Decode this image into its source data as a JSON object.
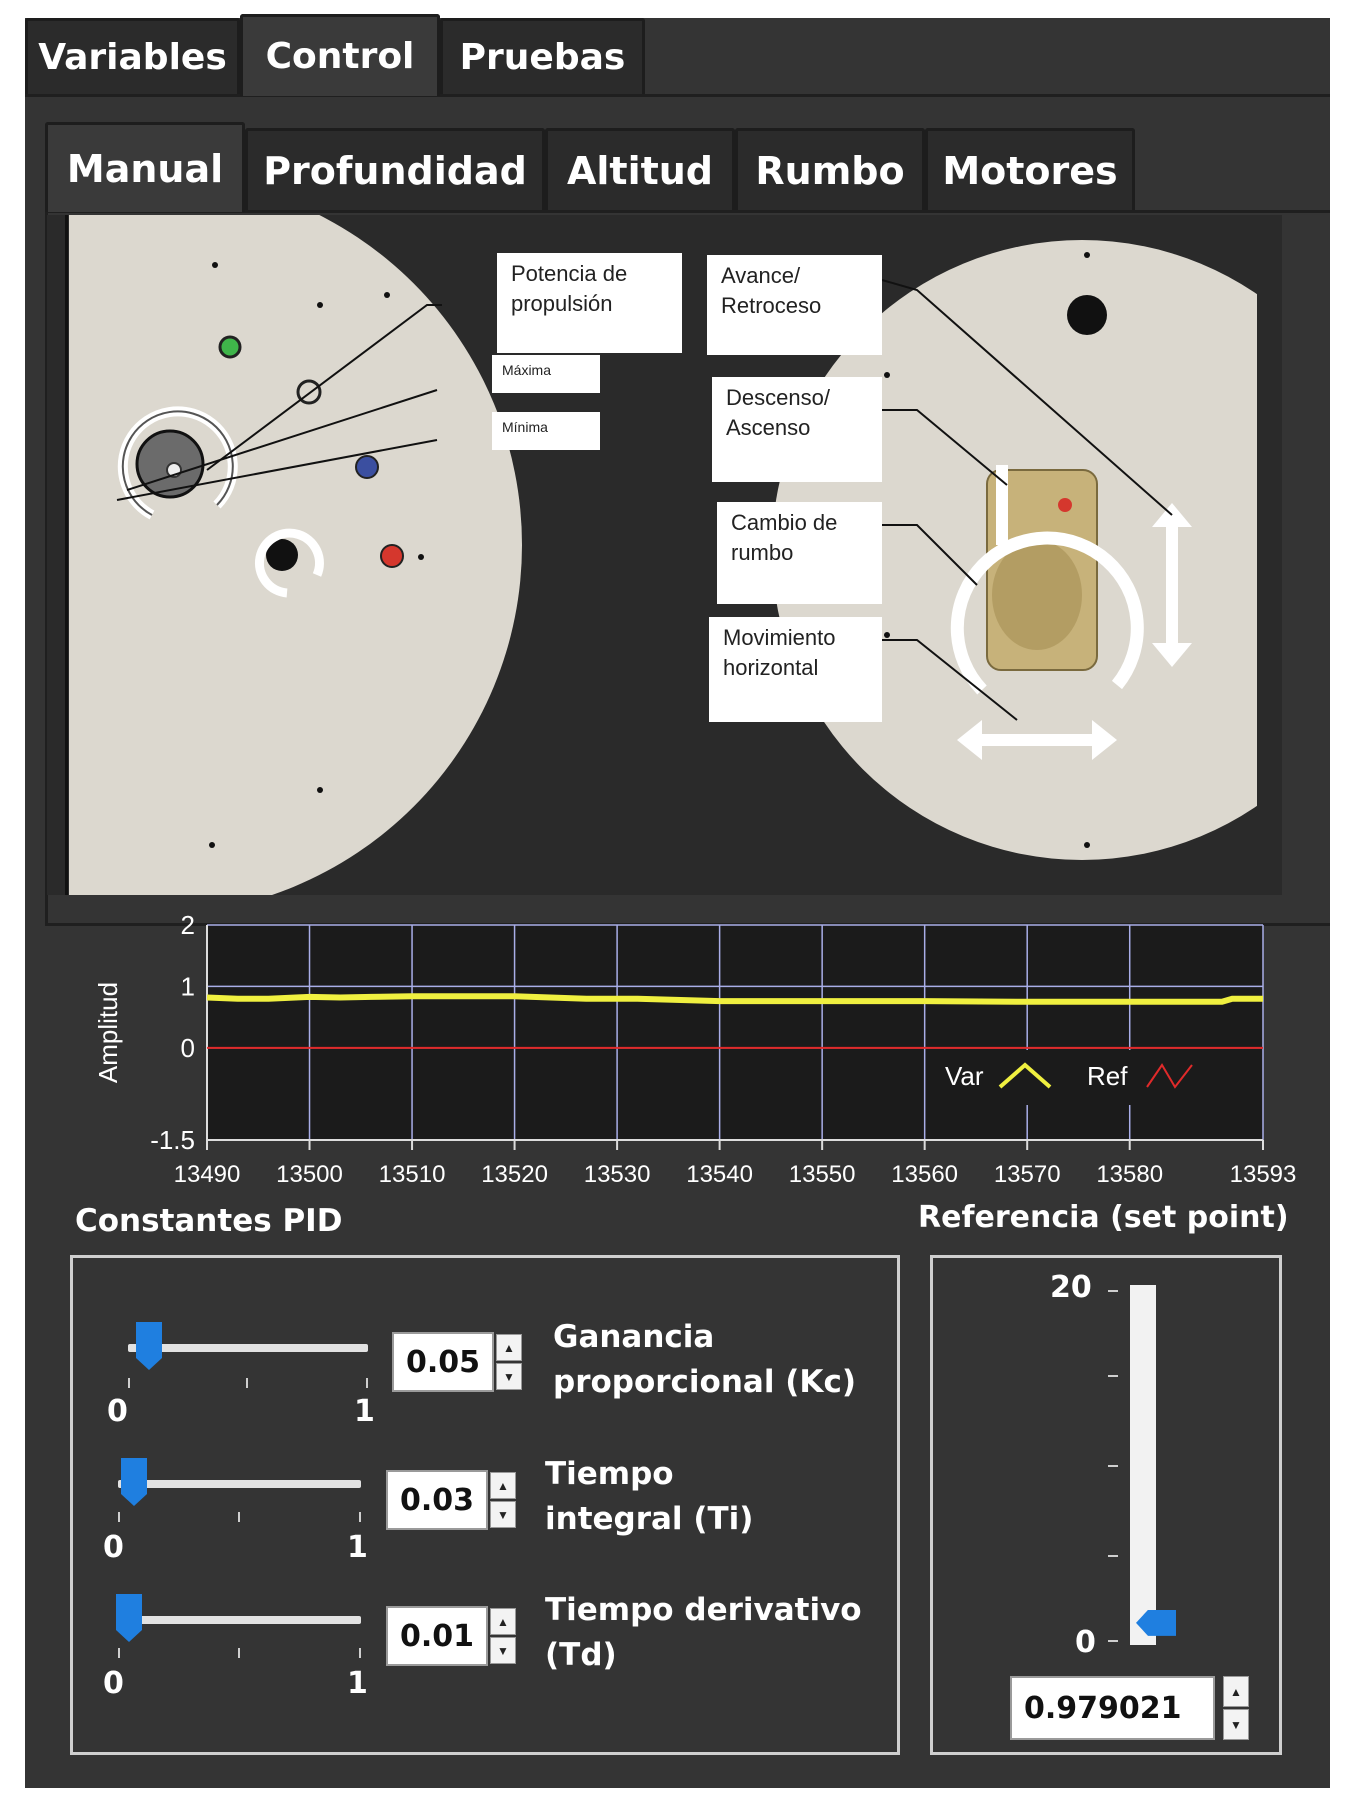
{
  "outer_tabs": [
    {
      "label": "Variables",
      "active": false
    },
    {
      "label": "Control",
      "active": true
    },
    {
      "label": "Pruebas",
      "active": false
    }
  ],
  "inner_tabs": [
    {
      "label": "Manual",
      "active": true
    },
    {
      "label": "Profundidad",
      "active": false
    },
    {
      "label": "Altitud",
      "active": false
    },
    {
      "label": "Rumbo",
      "active": false
    },
    {
      "label": "Motores",
      "active": false
    }
  ],
  "diagram": {
    "potencia": "Potencia  de propulsión",
    "maxima": "Máxima",
    "minima": "Mínima",
    "avance": "Avance/ Retroceso",
    "descenso": "Descenso/ Ascenso",
    "cambio": "Cambio  de rumbo",
    "movimiento": "Movimiento horizontal"
  },
  "chart_data": {
    "type": "line",
    "ylabel": "Amplitud",
    "xlabel": "",
    "xlim": [
      13490,
      13593
    ],
    "ylim": [
      -1.5,
      2
    ],
    "x_ticks": [
      13490,
      13500,
      13510,
      13520,
      13530,
      13540,
      13550,
      13560,
      13570,
      13580,
      13593
    ],
    "y_ticks": [
      "2",
      "1",
      "0",
      "-1.5"
    ],
    "y_tick_values": [
      2,
      1,
      0,
      -1.5
    ],
    "grid": true,
    "legend_position": "bottom-right",
    "series": [
      {
        "name": "Var",
        "color": "#f0f040",
        "x": [
          13490,
          13493,
          13496,
          13500,
          13503,
          13506,
          13510,
          13520,
          13527,
          13532,
          13540,
          13550,
          13560,
          13570,
          13580,
          13589,
          13590,
          13593
        ],
        "y": [
          0.82,
          0.8,
          0.8,
          0.83,
          0.82,
          0.83,
          0.84,
          0.84,
          0.8,
          0.8,
          0.76,
          0.76,
          0.76,
          0.75,
          0.75,
          0.75,
          0.8,
          0.8
        ]
      },
      {
        "name": "Ref",
        "color": "#e02a2a",
        "x": [
          13490,
          13593
        ],
        "y": [
          0,
          0
        ]
      }
    ]
  },
  "pid": {
    "title": "Constantes PID",
    "sliders": [
      {
        "value_text": "0.05",
        "value": 0.05,
        "label_line1": "Ganancia",
        "label_line2": "proporcional (Kc)",
        "min": "0",
        "max": "1"
      },
      {
        "value_text": "0.03",
        "value": 0.03,
        "label_line1": "Tiempo",
        "label_line2": "integral (Ti)",
        "min": "0",
        "max": "1"
      },
      {
        "value_text": "0.01",
        "value": 0.01,
        "label_line1": "Tiempo derivativo",
        "label_line2": "(Td)",
        "min": "0",
        "max": "1"
      }
    ]
  },
  "reference": {
    "title": "Referencia (set point)",
    "max": "20",
    "min": "0",
    "value_text": "0.979021",
    "value": 0.979021,
    "range": [
      0,
      20
    ]
  },
  "colors": {
    "accent": "#1f7fe0",
    "background": "#343434",
    "var_line": "#f0f040",
    "ref_line": "#e02a2a"
  },
  "icons": [
    "spin-up-icon",
    "spin-down-icon",
    "rotate-arrow-icon",
    "double-arrow-icon"
  ]
}
